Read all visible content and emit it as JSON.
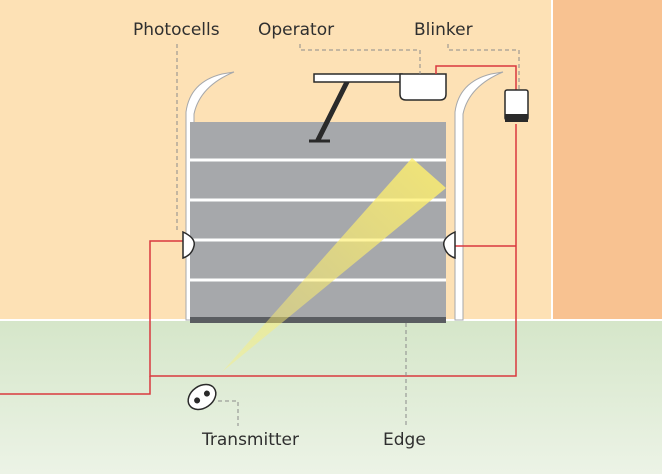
{
  "labels": {
    "photocells": "Photocells",
    "operator": "Operator",
    "blinker": "Blinker",
    "transmitter": "Transmitter",
    "edge": "Edge"
  },
  "colors": {
    "wall": "#fde1b5",
    "pillar": "#f8c291",
    "ground_top": "#d5e6c9",
    "ground_bottom": "#ecf3e6",
    "door": "#a6a8ab",
    "door_slat_line": "#ffffff",
    "edge_strip": "#5a5d61",
    "wire": "#d9393e",
    "beam": "#fff06e",
    "leader": "#8a8a8a",
    "outline": "#2a2a2a"
  }
}
